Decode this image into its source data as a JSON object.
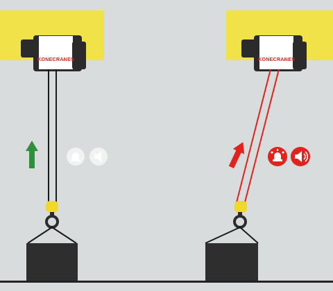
{
  "brand_name": "KONECRANES",
  "colors": {
    "background": "#d8dcdd",
    "beam": "#f2e24a",
    "hoist_body": "#2b2b2b",
    "hoist_drum": "#ffffff",
    "rope_normal": "#1a1a1a",
    "rope_warning": "#e2221c",
    "hook_block": "#f0d92c",
    "load": "#2e2e2e",
    "arrow_ok": "#2f8f3a",
    "arrow_warning": "#e2221c",
    "icon_inactive": "#f1f2f2",
    "icon_active": "#e2221c",
    "floor": "#222222"
  },
  "scenes": [
    {
      "state": "normal",
      "rope": "vertical",
      "lift_arrow": "lift-up-arrow",
      "indicators": [
        {
          "icon": "warning-light-icon",
          "active": false
        },
        {
          "icon": "speaker-icon",
          "active": false
        }
      ]
    },
    {
      "state": "side-pull",
      "rope": "angled",
      "lift_arrow": "lift-up-angled-arrow",
      "indicators": [
        {
          "icon": "warning-light-icon",
          "active": true
        },
        {
          "icon": "speaker-icon",
          "active": true
        }
      ]
    }
  ]
}
